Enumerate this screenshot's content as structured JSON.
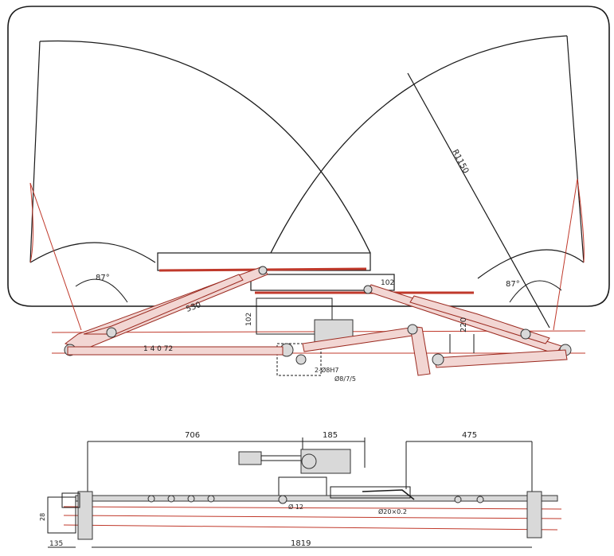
{
  "top_view": {
    "radius_label": "R1150",
    "angle_left": "87°",
    "angle_right": "87°",
    "arm_label": "530",
    "link_label": "220",
    "rod_label": "1 4 0 72",
    "offset_left": "102",
    "offset_right": "102",
    "note_line1": "2-Ø8H7",
    "note_line2": "Ø8/7/5"
  },
  "side_view": {
    "dim_top_left": "706",
    "dim_top_mid": "185",
    "dim_top_right": "475",
    "dim_bottom_total": "1819",
    "dim_bottom_left": "135",
    "dim_left_height": "28",
    "dim_mid_small": "Ø 12",
    "dim_rod": "Ø20×0.2"
  },
  "colors": {
    "outline": "#1a1a1a",
    "red_line": "#c0392b",
    "link_fill": "#f2d6d3"
  }
}
